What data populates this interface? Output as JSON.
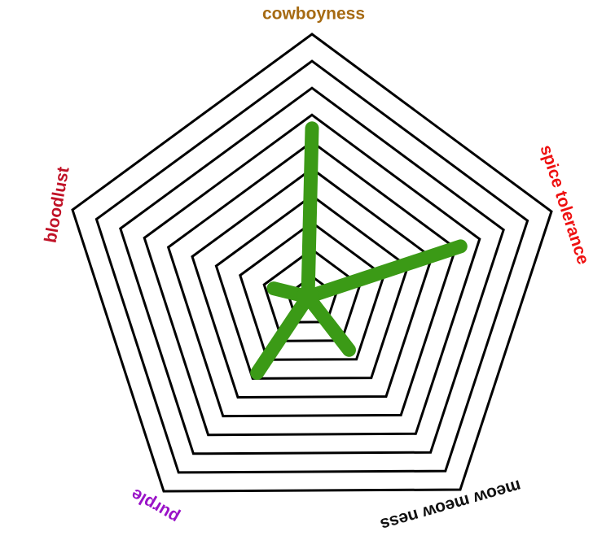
{
  "chart_data": {
    "type": "radar",
    "title": "",
    "axes": [
      {
        "name": "cowboyness",
        "color": "#a66a12"
      },
      {
        "name": "spice tolerance",
        "color": "#ee1111"
      },
      {
        "name": "meow meow ness",
        "color": "#111111"
      },
      {
        "name": "purple",
        "color": "#9a12c8"
      },
      {
        "name": "bloodlust",
        "color": "#c01126"
      }
    ],
    "rings": 10,
    "range": [
      0,
      10
    ],
    "grid_color": "#000000",
    "series": [
      {
        "color": "#3b9a16",
        "values": [
          6.5,
          6.2,
          2.5,
          3.7,
          1.6
        ]
      }
    ]
  }
}
